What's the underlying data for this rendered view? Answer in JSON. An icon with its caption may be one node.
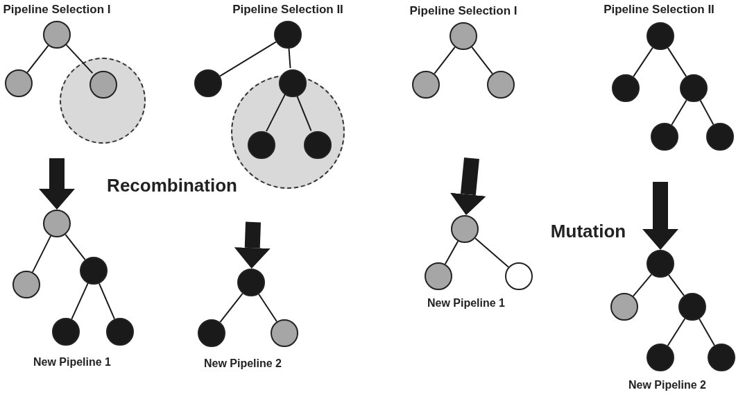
{
  "diagram": {
    "nodes": [
      {
        "text": [],
        "shape": "circle"
      },
      {
        "text": [],
        "shape": "circle"
      },
      {
        "text": [],
        "shape": "circle"
      },
      {
        "text": [],
        "shape": "circle",
        "in": 2
      },
      {
        "text": [],
        "shape": "circle"
      },
      {
        "text": [],
        "shape": "circle"
      },
      {
        "text": [],
        "shape": "circle"
      },
      {
        "text": [],
        "shape": "circle",
        "in": 6
      },
      {
        "text": [],
        "shape": "circle",
        "in": 6
      },
      {
        "text": [],
        "shape": "circle",
        "in": 6
      },
      {
        "text": [],
        "shape": "circle"
      },
      {
        "text": [],
        "shape": "circle"
      },
      {
        "text": [],
        "shape": "circle"
      },
      {
        "text": [],
        "shape": "circle"
      },
      {
        "text": [],
        "shape": "circle"
      },
      {
        "text": [],
        "shape": "circle"
      },
      {
        "text": [],
        "shape": "circle"
      },
      {
        "text": [],
        "shape": "circle"
      },
      {
        "text": [],
        "shape": "circle"
      },
      {
        "text": [],
        "shape": "circle"
      },
      {
        "text": [],
        "shape": "circle"
      },
      {
        "text": [],
        "shape": "circle"
      },
      {
        "text": [],
        "shape": "circle"
      },
      {
        "text": [],
        "shape": "circle"
      },
      {
        "text": [],
        "shape": "circle"
      },
      {
        "text": [],
        "shape": "circle"
      },
      {
        "text": [],
        "shape": "circle"
      },
      {
        "text": [],
        "shape": "circle"
      },
      {
        "text": [],
        "shape": "circle"
      },
      {
        "text": [],
        "shape": "circle"
      },
      {
        "text": [],
        "shape": "circle"
      },
      {
        "text": [],
        "shape": "circle"
      },
      {
        "text": [],
        "shape": "circle"
      },
      {
        "text": [],
        "shape": "circle"
      }
    ],
    "edges": [
      {
        "from": 0,
        "to": 1,
        "arrow": "none"
      },
      {
        "from": 0,
        "to": 3,
        "arrow": "none"
      },
      {
        "from": 4,
        "to": 5,
        "arrow": "none"
      },
      {
        "from": 4,
        "to": 7,
        "arrow": "none"
      },
      {
        "from": 7,
        "to": 8,
        "arrow": "none"
      },
      {
        "from": 7,
        "to": 9,
        "arrow": "none"
      },
      {
        "from": 10,
        "to": 11,
        "arrow": "none"
      },
      {
        "from": 10,
        "to": 12,
        "arrow": "none"
      },
      {
        "from": 13,
        "to": 14,
        "arrow": "none"
      },
      {
        "from": 13,
        "to": 15,
        "arrow": "none"
      },
      {
        "from": 15,
        "to": 16,
        "arrow": "none"
      },
      {
        "from": 15,
        "to": 17,
        "arrow": "none"
      },
      {
        "from": 18,
        "to": 19,
        "arrow": "none"
      },
      {
        "from": 18,
        "to": 20,
        "arrow": "none"
      },
      {
        "from": 20,
        "to": 21,
        "arrow": "none"
      },
      {
        "from": 20,
        "to": 22,
        "arrow": "none"
      },
      {
        "from": 23,
        "to": 24,
        "arrow": "none"
      },
      {
        "from": 23,
        "to": 25,
        "arrow": "none"
      },
      {
        "from": 26,
        "to": 27,
        "arrow": "none"
      },
      {
        "from": 26,
        "to": 28,
        "arrow": "none"
      },
      {
        "from": 29,
        "to": 30,
        "arrow": "none"
      },
      {
        "from": 29,
        "to": 31,
        "arrow": "none"
      },
      {
        "from": 31,
        "to": 32,
        "arrow": "none"
      },
      {
        "from": 31,
        "to": 33,
        "arrow": "none"
      },
      {
        "from": null,
        "to": 18,
        "arrow": "to",
        "style": "thick"
      },
      {
        "from": null,
        "to": 23,
        "arrow": "to",
        "style": "thick"
      },
      {
        "from": null,
        "to": 26,
        "arrow": "to",
        "style": "thick"
      },
      {
        "from": null,
        "to": 29,
        "arrow": "to",
        "style": "thick"
      }
    ],
    "labels": [
      "Pipeline Selection I",
      "Pipeline Selection II",
      "Pipeline Selection I",
      "Pipeline Selection II",
      "Recombination",
      "Mutation",
      "New Pipeline 1",
      "New Pipeline 2",
      "New Pipeline 1",
      "New Pipeline 2"
    ]
  }
}
